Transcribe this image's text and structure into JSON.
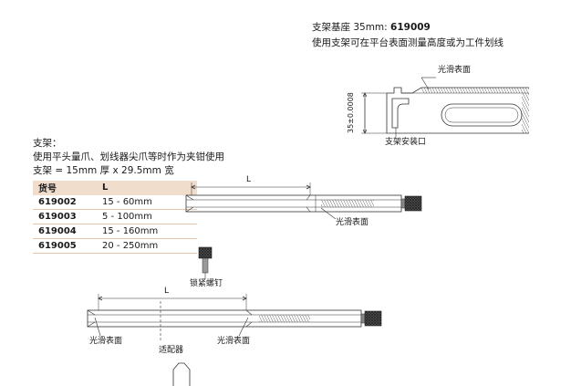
{
  "base": {
    "title_prefix": "支架基座 35mm: ",
    "code": "619009",
    "description": "使用支架可在平台表面测量高度或为工件划线",
    "label_smooth_surface": "光滑表面",
    "label_mount": "支架安装口",
    "dimension": "35±0.0008"
  },
  "holder": {
    "title": "支架：",
    "description": "使用平头量爪、划线器尖爪等时作为夹钳使用",
    "size": "支架 = 15mm 厚 x 29.5mm 宽",
    "table": {
      "headers": [
        "货号",
        "L"
      ],
      "rows": [
        [
          "619002",
          "15 - 60mm"
        ],
        [
          "619003",
          "5 - 100mm"
        ],
        [
          "619004",
          "15 - 160mm"
        ],
        [
          "619005",
          "20 - 250mm"
        ]
      ]
    }
  },
  "drawing1": {
    "dim_label": "L",
    "label_smooth_surface": "光滑表面"
  },
  "drawing2": {
    "dim_label": "L",
    "label_screw": "锁紧螺钉",
    "label_smooth_left": "光滑表面",
    "label_adapter": "适配器",
    "label_smooth_right": "光滑表面"
  },
  "colors": {
    "table_header": "#f1ddcc",
    "table_line": "#e8c7ad"
  }
}
